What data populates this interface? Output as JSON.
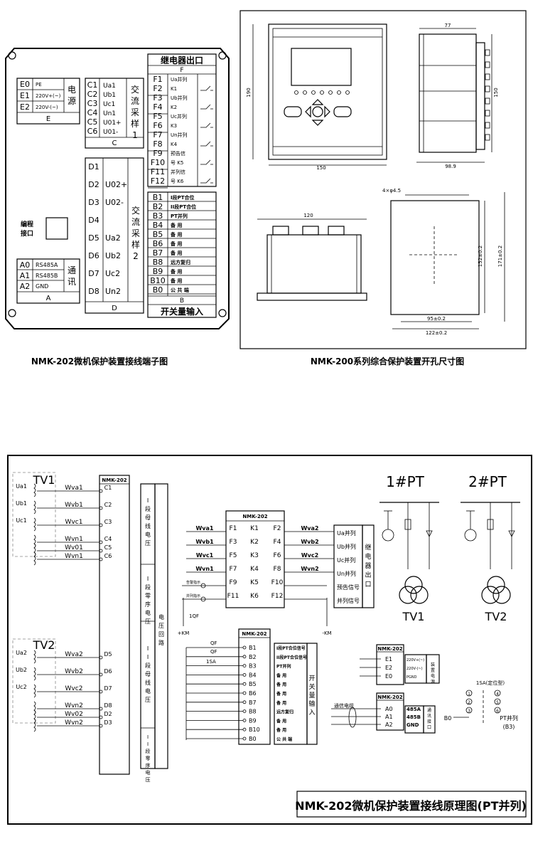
{
  "top_left": {
    "caption": "NMK-202微机保护装置接线端子图",
    "E": {
      "rows": [
        [
          "E0",
          "PE"
        ],
        [
          "E1",
          "220V+(~)"
        ],
        [
          "E2",
          "220V-(~)"
        ]
      ],
      "side": "电源",
      "label": "E"
    },
    "C": {
      "rows": [
        [
          "C1",
          "Ua1"
        ],
        [
          "C2",
          "Ub1"
        ],
        [
          "C3",
          "Uc1"
        ],
        [
          "C4",
          "Un1"
        ],
        [
          "C5",
          "U01+"
        ],
        [
          "C6",
          "U01-"
        ]
      ],
      "side": "交流采样1",
      "label": "C"
    },
    "D": {
      "rows": [
        [
          "D1",
          ""
        ],
        [
          "D2",
          "U02+"
        ],
        [
          "D3",
          "U02-"
        ],
        [
          "D4",
          ""
        ],
        [
          "D5",
          "Ua2"
        ],
        [
          "D6",
          "Ub2"
        ],
        [
          "D7",
          "Uc2"
        ],
        [
          "D8",
          "Un2"
        ]
      ],
      "side": "交流采样2",
      "label": "D"
    },
    "prog": "编程接口",
    "A": {
      "rows": [
        [
          "A0",
          "RS485A"
        ],
        [
          "A1",
          "RS485B"
        ],
        [
          "A2",
          "GND"
        ]
      ],
      "side": "通讯",
      "label": "A"
    },
    "F": {
      "title": "继电器出口",
      "label": "F",
      "rows": [
        [
          "F1",
          "Ua并列"
        ],
        [
          "F2",
          "K1"
        ],
        [
          "F3",
          "Ub并列"
        ],
        [
          "F4",
          "K2"
        ],
        [
          "F5",
          "Uc并列"
        ],
        [
          "F6",
          "K3"
        ],
        [
          "F7",
          "Un并列"
        ],
        [
          "F8",
          "K4"
        ],
        [
          "F9",
          "预告信"
        ],
        [
          "F10",
          "号 K5"
        ],
        [
          "F11",
          "并列信"
        ],
        [
          "F12",
          "号 K6"
        ]
      ]
    },
    "B": {
      "label": "B",
      "title": "开关量输入",
      "rows": [
        [
          "B1",
          "I段PT合位"
        ],
        [
          "B2",
          "II段PT合位"
        ],
        [
          "B3",
          "PT并列"
        ],
        [
          "B4",
          "备 用"
        ],
        [
          "B5",
          "备 用"
        ],
        [
          "B6",
          "备 用"
        ],
        [
          "B7",
          "备 用"
        ],
        [
          "B8",
          "远方复归"
        ],
        [
          "B9",
          "备 用"
        ],
        [
          "B10",
          "备 用"
        ],
        [
          "B0",
          "公 共 端"
        ]
      ]
    }
  },
  "top_right": {
    "caption": "NMK-200系列综合保护装置开孔尺寸图",
    "dims": {
      "w150": "150",
      "h190": "190",
      "d77": "77",
      "h150": "150",
      "d98": "98.9",
      "w120": "120",
      "holes": "4×φ4.5",
      "h152": "152±0.2",
      "h171": "171±0.2",
      "w95": "95±0.2",
      "w122": "122±0.2"
    }
  },
  "bottom": {
    "title": "NMK-202微机保护装置接线原理图(PT并列)",
    "device": "NMK-202",
    "tv1": "TV1",
    "tv2": "TV2",
    "tv1_terms": [
      [
        "Ua1",
        "Wva1",
        "C1"
      ],
      [
        "Ub1",
        "Wvb1",
        "C2"
      ],
      [
        "Uc1",
        "Wvc1",
        "C3"
      ],
      [
        "",
        "Wvn1",
        "C4"
      ],
      [
        "",
        "Wv01",
        "C5"
      ],
      [
        "",
        "Wvn1",
        "C6"
      ]
    ],
    "tv2_terms": [
      [
        "Ua2",
        "Wva2",
        "D5"
      ],
      [
        "Ub2",
        "Wvb2",
        "D6"
      ],
      [
        "Uc2",
        "Wvc2",
        "D7"
      ],
      [
        "",
        "Wvn2",
        "D8"
      ],
      [
        "",
        "Wv02",
        "D2"
      ],
      [
        "",
        "Wvn2",
        "D3"
      ]
    ],
    "sections": [
      "I段母线电压",
      "I段零序电压",
      "电压回路",
      "II段母线电压",
      "II段零序电压"
    ],
    "relay": {
      "left": [
        "Wva1",
        "Wvb1",
        "Wvc1",
        "Wvn1",
        "告警指示",
        "并列指示"
      ],
      "right": [
        "Wva2",
        "Wvb2",
        "Wvc2",
        "Wvn2"
      ],
      "pins": [
        [
          "F1",
          "K1",
          "F2"
        ],
        [
          "F3",
          "K2",
          "F4"
        ],
        [
          "F5",
          "K3",
          "F6"
        ],
        [
          "F7",
          "K4",
          "F8"
        ],
        [
          "F9",
          "K5",
          "F10"
        ],
        [
          "F11",
          "K6",
          "F12"
        ]
      ],
      "fn": [
        "Ua并列",
        "Ub并列",
        "Uc并列",
        "Un并列",
        "预告信号",
        "并列信号"
      ],
      "side": "继电器出口",
      "km_l": "+KM",
      "km_r": "-KM",
      "qf": "1QF"
    },
    "binput": {
      "pins": [
        "B1",
        "B2",
        "B3",
        "B4",
        "B5",
        "B6",
        "B7",
        "B8",
        "B9",
        "B10",
        "B0"
      ],
      "fn": [
        "I段PT合位信号",
        "II段PT合位信号",
        "PT并列",
        "备 用",
        "备 用",
        "备 用",
        "备 用",
        "远方复归",
        "备 用",
        "备 用",
        "公 共 端"
      ],
      "side": "开关量输入",
      "qf1": "QF",
      "qf2": "QF",
      "sa": "1SA"
    },
    "power": {
      "pins": [
        "E1",
        "E2",
        "E0"
      ],
      "fn": [
        "220V+(~)",
        "220V-(~)",
        "PGND"
      ],
      "side": "装置电源"
    },
    "comm": {
      "cable": "通信电缆",
      "pins": [
        "A0",
        "A1",
        "A2"
      ],
      "fn": [
        "485A",
        "485B",
        "GND"
      ],
      "side": "通讯接口"
    },
    "pt": {
      "pt1": "1#PT",
      "pt2": "2#PT",
      "tv1": "TV1",
      "tv2": "TV2"
    },
    "sa": {
      "label": "1SA(定位型)",
      "b0": "B0",
      "pt": "PT并列",
      "b3": "(B3)",
      "nums": [
        "1",
        "2",
        "3",
        "4",
        "5",
        "6"
      ]
    }
  }
}
